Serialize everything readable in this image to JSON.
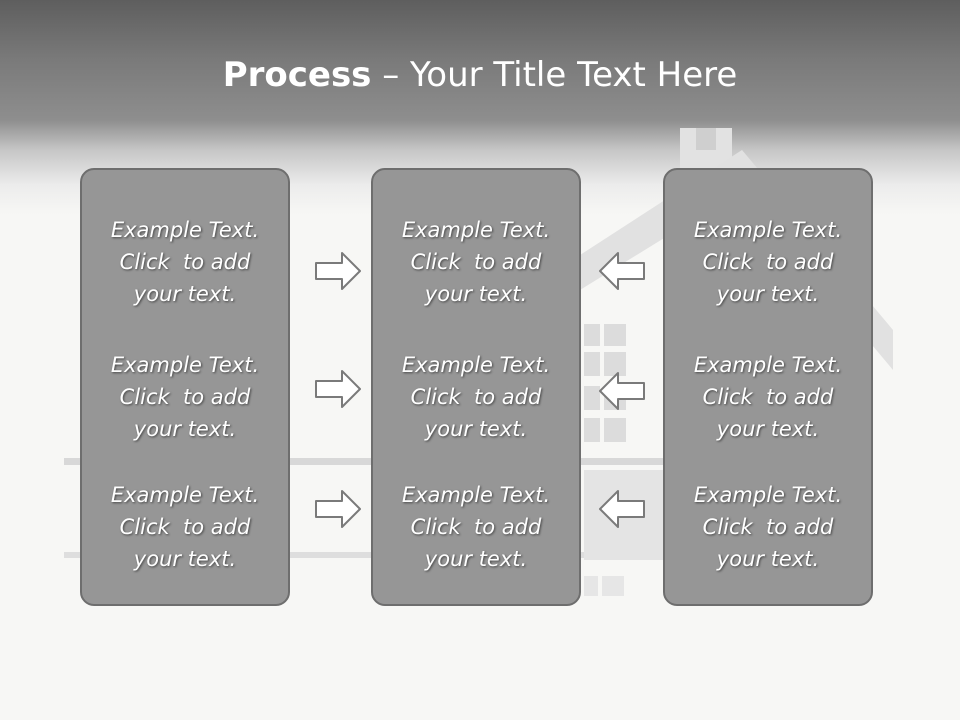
{
  "slide": {
    "title_bold": "Process",
    "title_rest": " – Your Title Text Here"
  },
  "columns": [
    {
      "blocks": [
        {
          "line1": "Example Text.",
          "line2": "Click  to add",
          "line3": "your text."
        },
        {
          "line1": "Example Text.",
          "line2": "Click  to add",
          "line3": "your text."
        },
        {
          "line1": "Example Text.",
          "line2": "Click  to add",
          "line3": "your text."
        }
      ]
    },
    {
      "blocks": [
        {
          "line1": "Example Text.",
          "line2": "Click  to add",
          "line3": "your text."
        },
        {
          "line1": "Example Text.",
          "line2": "Click  to add",
          "line3": "your text."
        },
        {
          "line1": "Example Text.",
          "line2": "Click  to add",
          "line3": "your text."
        }
      ]
    },
    {
      "blocks": [
        {
          "line1": "Example Text.",
          "line2": "Click  to add",
          "line3": "your text."
        },
        {
          "line1": "Example Text.",
          "line2": "Click  to add",
          "line3": "your text."
        },
        {
          "line1": "Example Text.",
          "line2": "Click  to add",
          "line3": "your text."
        }
      ]
    }
  ],
  "arrows": {
    "left_group": "arrow-right-icon",
    "right_group": "arrow-left-icon"
  },
  "colors": {
    "header_dark": "#5e5e5e",
    "panel_fill": "#969696",
    "panel_border": "#6e6e6e",
    "background": "#f7f7f5"
  }
}
